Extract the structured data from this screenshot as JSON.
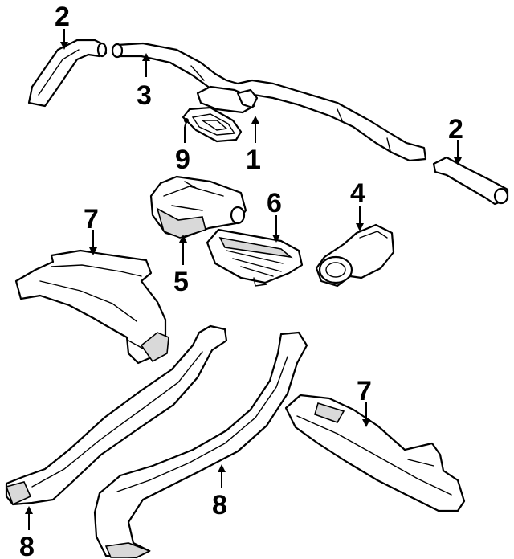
{
  "callouts": {
    "part_1": "1",
    "part_2_hose_left": "2",
    "part_2_hose_right": "2",
    "part_3": "3",
    "part_4": "4",
    "part_5": "5",
    "part_6": "6",
    "part_7_duct_left": "7",
    "part_7_duct_right": "7",
    "part_8_duct_left": "8",
    "part_8_duct_center": "8",
    "part_9": "9"
  }
}
